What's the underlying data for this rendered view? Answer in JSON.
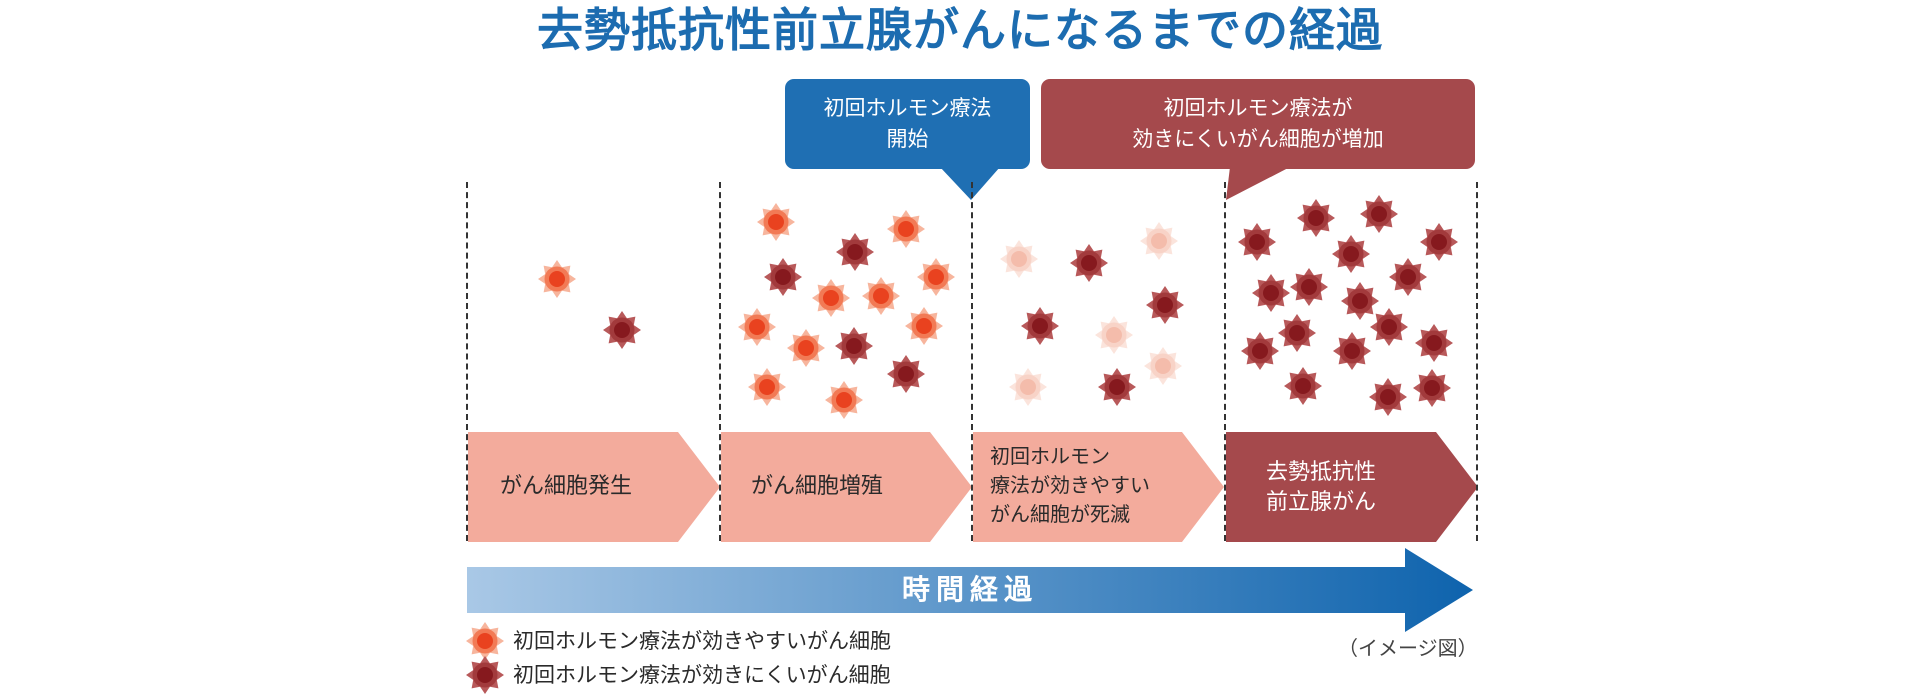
{
  "title": "去勢抵抗性前立腺がんになるまでの経過",
  "callouts": {
    "start": {
      "line1": "初回ホルモン療法",
      "line2": "開始"
    },
    "increase": {
      "line1": "初回ホルモン療法が",
      "line2": "効きにくいがん細胞が増加"
    }
  },
  "stages": [
    {
      "lines": [
        "がん細胞発生"
      ]
    },
    {
      "lines": [
        "がん細胞増殖"
      ]
    },
    {
      "lines": [
        "初回ホルモン",
        "療法が効きやすい",
        "がん細胞が死滅"
      ]
    },
    {
      "lines": [
        "去勢抵抗性",
        "前立腺がん"
      ]
    }
  ],
  "timeline_label": "時間経過",
  "legend": {
    "sensitive": "初回ホルモン療法が効きやすいがん細胞",
    "resistant": "初回ホルモン療法が効きにくいがん細胞"
  },
  "note": "（イメージ図）",
  "colors": {
    "title_blue": "#1c6cb0",
    "callout_blue": "#1f6fb3",
    "callout_red": "#a5494c",
    "stage_pink": "#f3ab9c",
    "stage_dark": "#a5494c",
    "sensitive_cell": "#ef5a3a",
    "resistant_cell": "#9e2d31",
    "dying_cell": "#f6cdc3"
  }
}
